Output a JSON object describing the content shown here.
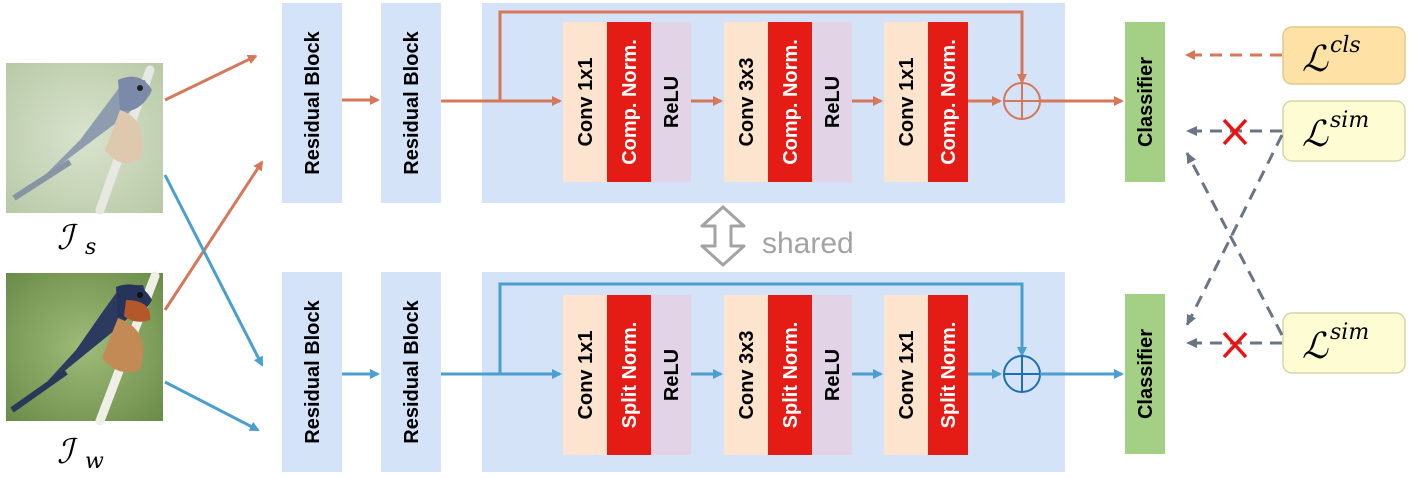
{
  "colors": {
    "source_path": "#d6775a",
    "weak_path": "#4a9fce",
    "panel_bg": "#d4e3f7",
    "conv_bg": "#fde4cf",
    "norm_bg": "#e51b15",
    "relu_bg": "#e2d4e6",
    "classifier_bg": "#a4d086",
    "loss_cls_bg": "#fde1a5",
    "loss_sim_bg": "#fdfcd3",
    "dashed_gray": "#6a7584",
    "cross_red": "#ee1111"
  },
  "inputs": {
    "source_label": "ℐ",
    "source_sub": "s",
    "weak_label": "ℐ",
    "weak_sub": "w"
  },
  "blocks": {
    "residual_block": "Residual Block",
    "conv1": "Conv 1x1",
    "conv3": "Conv 3x3",
    "relu": "ReLU",
    "comp_norm": "Comp. Norm.",
    "split_norm": "Split Norm.",
    "classifier": "Classifier"
  },
  "shared": {
    "label": "shared"
  },
  "losses": {
    "symbol": "ℒ",
    "cls_sup": "cls",
    "sim_sup": "sim"
  },
  "icons": {
    "cross": "cross-icon",
    "shared_arrow": "double-arrow-icon",
    "sum": "circled-plus-icon"
  }
}
